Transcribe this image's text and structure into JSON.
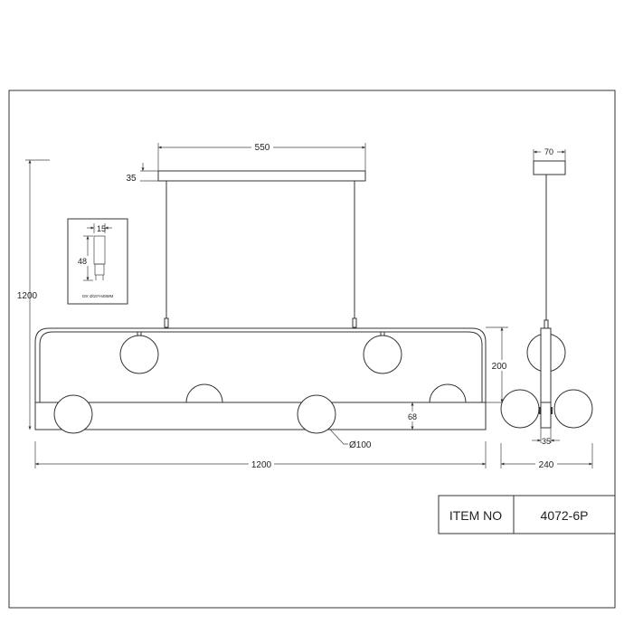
{
  "title_block": {
    "label": "ITEM NO",
    "value": "4072-6P"
  },
  "front_view": {
    "canopy_width": "550",
    "canopy_height": "35",
    "total_height": "1200",
    "total_width": "1200",
    "globe_diameter": "Ø100",
    "bar_height": "68",
    "globe_count": 6
  },
  "side_view": {
    "canopy_width": "70",
    "frame_height": "200",
    "tube_width": "35",
    "total_depth": "240"
  },
  "bulb_inset": {
    "width": "15",
    "height": "48",
    "spec": "G9: Ø15*H48MM"
  }
}
